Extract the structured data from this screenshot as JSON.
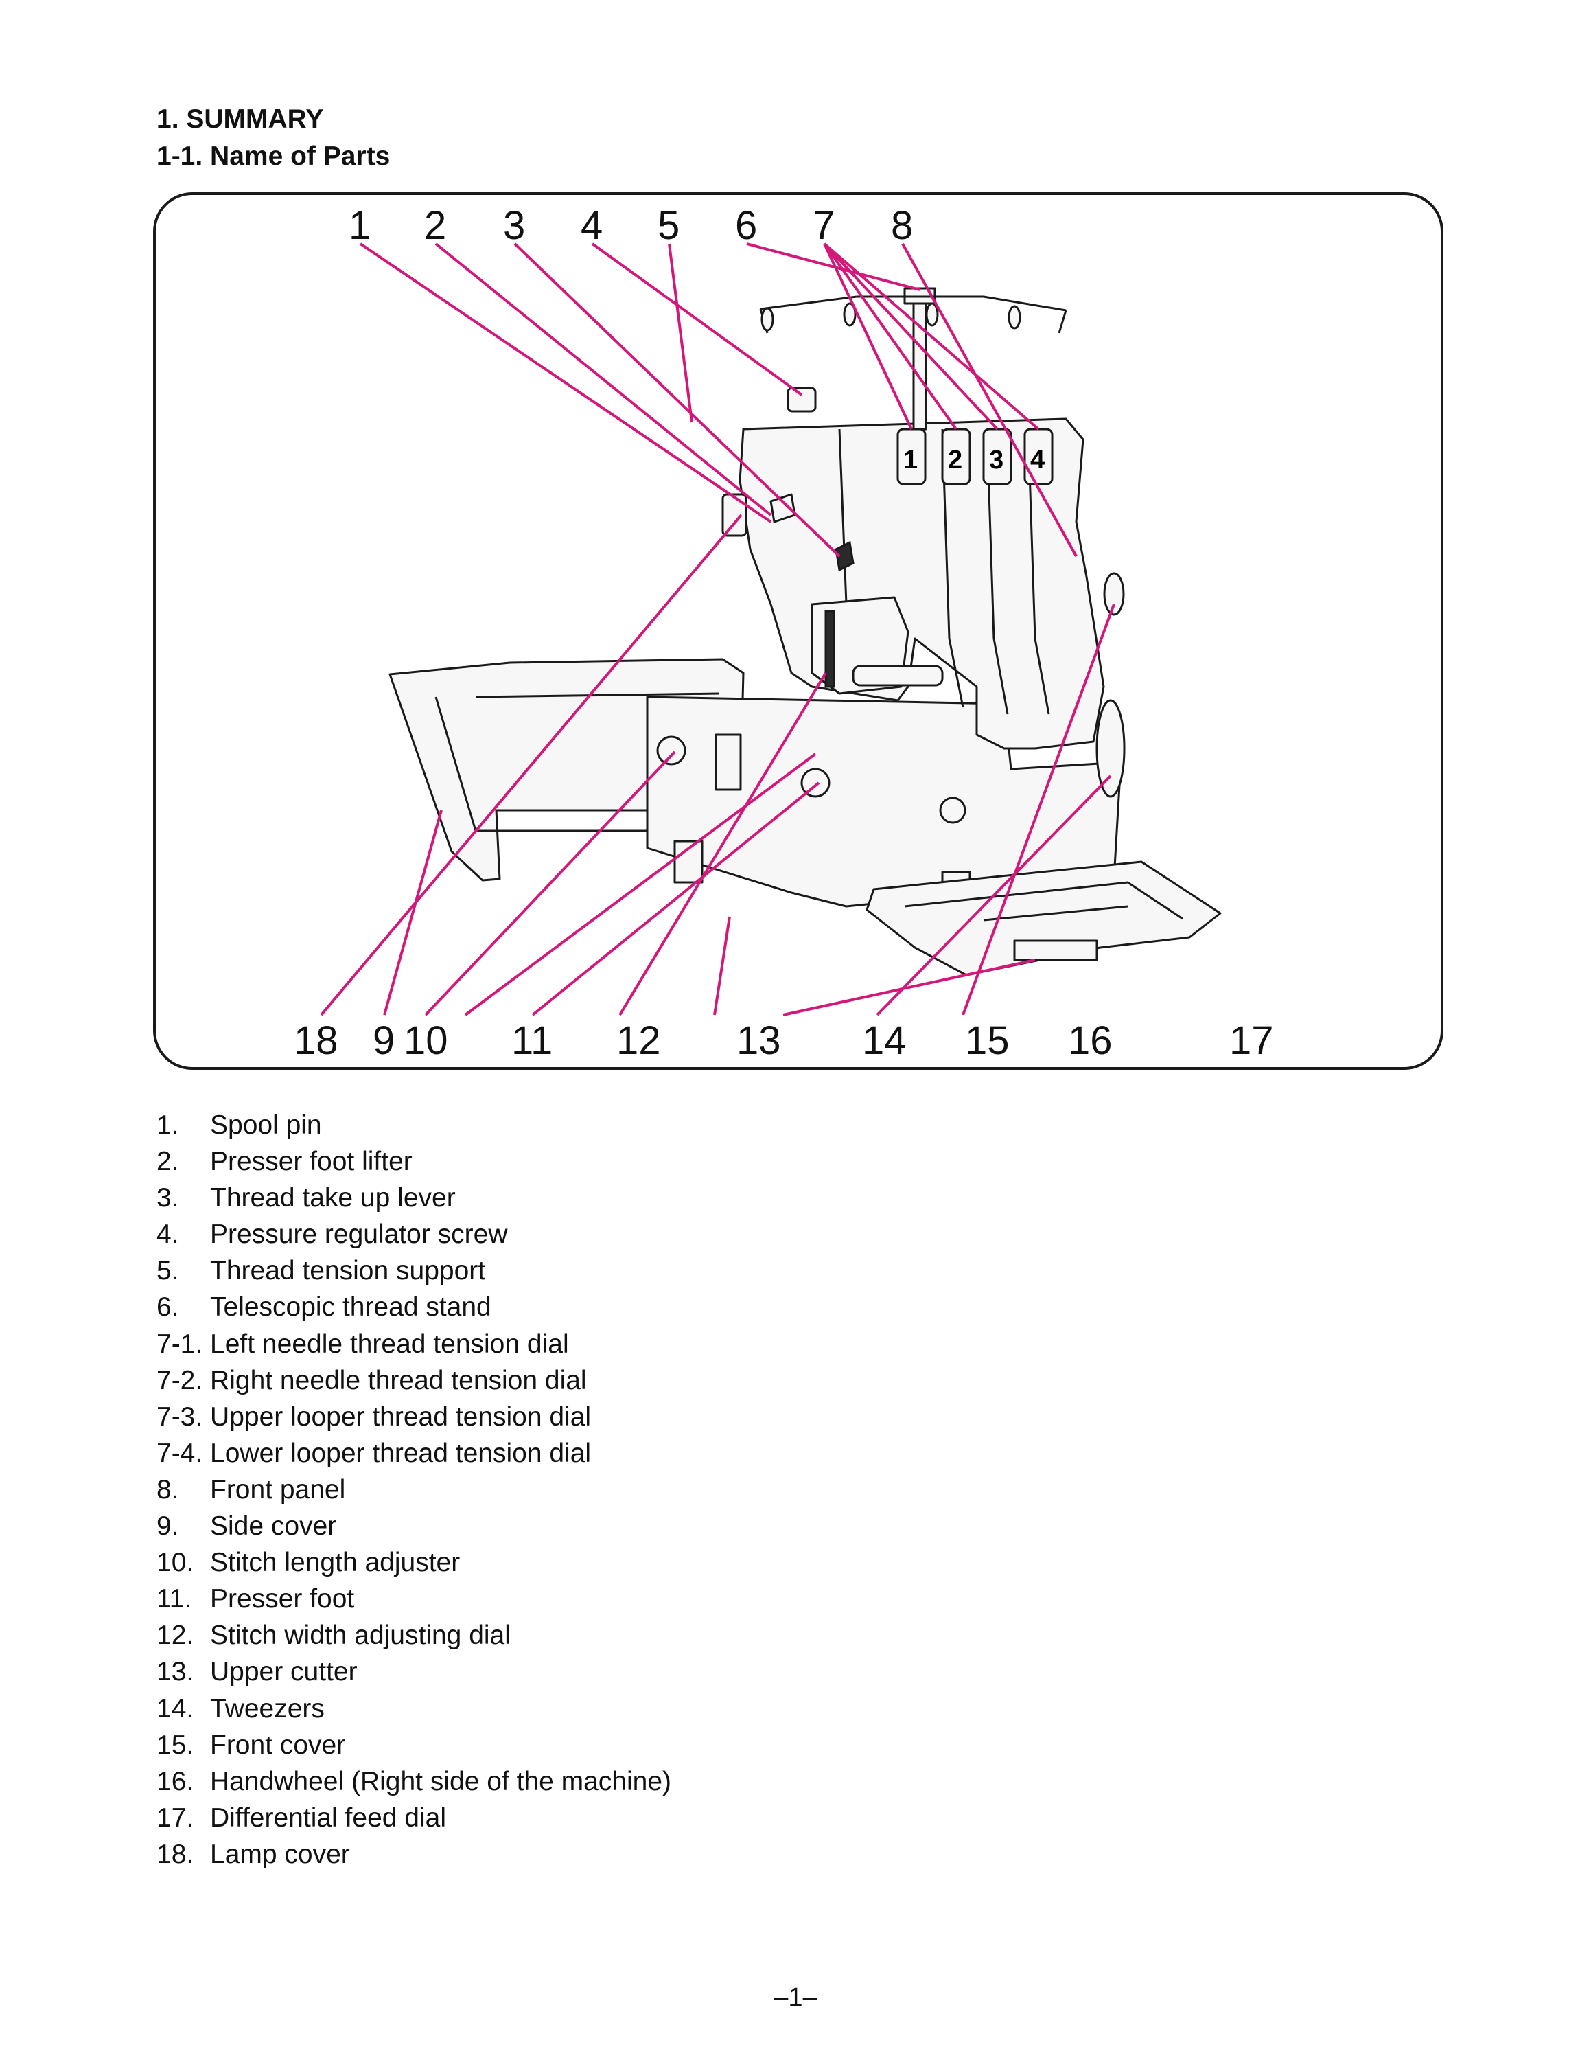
{
  "document": {
    "section_heading": "1. SUMMARY",
    "subsection_heading": "1-1. Name of Parts",
    "page_number": "–1–"
  },
  "figure": {
    "callouts_top": [
      "1",
      "2",
      "3",
      "4",
      "5",
      "6",
      "7",
      "8"
    ],
    "callouts_bottom": [
      "18",
      "9",
      "10",
      "11",
      "12",
      "13",
      "14",
      "15",
      "16",
      "17"
    ],
    "dial_labels": [
      "1",
      "2",
      "3",
      "4"
    ],
    "leader_color": "#d4187a"
  },
  "parts": [
    {
      "num": "1.",
      "name": "Spool pin"
    },
    {
      "num": "2.",
      "name": "Presser foot lifter"
    },
    {
      "num": "3.",
      "name": "Thread take up lever"
    },
    {
      "num": "4.",
      "name": "Pressure regulator screw"
    },
    {
      "num": "5.",
      "name": "Thread tension support"
    },
    {
      "num": "6.",
      "name": "Telescopic thread stand"
    },
    {
      "num": "7-1.",
      "name": "Left needle thread tension dial"
    },
    {
      "num": "7-2.",
      "name": "Right needle thread tension dial"
    },
    {
      "num": "7-3.",
      "name": "Upper looper thread tension dial"
    },
    {
      "num": "7-4.",
      "name": "Lower looper thread tension dial"
    },
    {
      "num": "8.",
      "name": "Front panel"
    },
    {
      "num": "9.",
      "name": "Side cover"
    },
    {
      "num": "10.",
      "name": "Stitch length adjuster"
    },
    {
      "num": "11.",
      "name": "Presser foot"
    },
    {
      "num": "12.",
      "name": "Stitch width adjusting dial"
    },
    {
      "num": "13.",
      "name": "Upper cutter"
    },
    {
      "num": "14.",
      "name": "Tweezers"
    },
    {
      "num": "15.",
      "name": "Front cover"
    },
    {
      "num": "16.",
      "name": "Handwheel (Right side of the machine)"
    },
    {
      "num": "17.",
      "name": "Differential feed dial"
    },
    {
      "num": "18.",
      "name": "Lamp cover"
    }
  ]
}
